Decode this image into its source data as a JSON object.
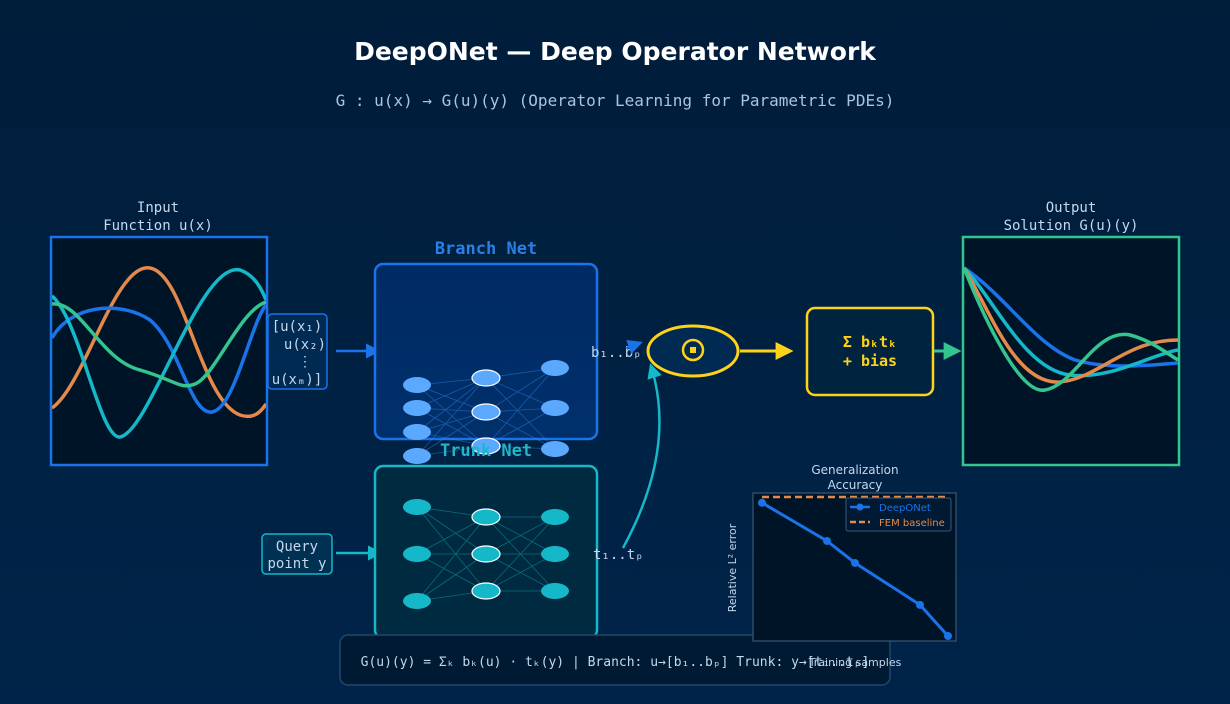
{
  "header": {
    "title": "DeepONet — Deep Operator Network",
    "subtitle": "G : u(x)  →  G(u)(y)     (Operator Learning for Parametric PDEs)"
  },
  "input_panel": {
    "label_line1": "Input",
    "label_line2": "Function u(x)"
  },
  "sensor_vector": {
    "lines": [
      "[u(x₁)",
      "u(x₂)",
      "⋮",
      "u(xₘ)]"
    ]
  },
  "query": {
    "line1": "Query",
    "line2": "point y"
  },
  "branch": {
    "label": "Branch Net",
    "output": "b₁..bₚ"
  },
  "trunk": {
    "label": "Trunk Net",
    "output": "t₁..tₚ"
  },
  "sum_box": {
    "line1": "Σ bₖtₖ",
    "line2": "+ bias"
  },
  "output_panel": {
    "label_line1": "Output",
    "label_line2": "Solution G(u)(y)"
  },
  "formula": "G(u)(y) = Σₖ bₖ(u) · tₖ(y)   |   Branch: u→[b₁..bₚ]   Trunk: y→[t₁..tₚ]",
  "colors": {
    "background": "#001e3c",
    "blue": "#1a73e8",
    "cyan": "#14b8c8",
    "green": "#34c48e",
    "orange": "#e5894a",
    "yellow": "#ffd21a"
  },
  "chart_data": {
    "type": "line",
    "title": "Generalization Accuracy",
    "xlabel": "Training samples",
    "ylabel": "Relative L² error",
    "scale": "log-log",
    "x": [
      10,
      50,
      100,
      500,
      1000
    ],
    "series": [
      {
        "name": "DeepONet",
        "style": "solid-markers",
        "values": [
          0.2,
          0.06,
          0.03,
          0.008,
          0.003
        ]
      },
      {
        "name": "FEM baseline",
        "style": "dashed",
        "values": [
          0.24,
          0.24,
          0.24,
          0.24,
          0.24
        ]
      }
    ],
    "legend": "top-right"
  }
}
